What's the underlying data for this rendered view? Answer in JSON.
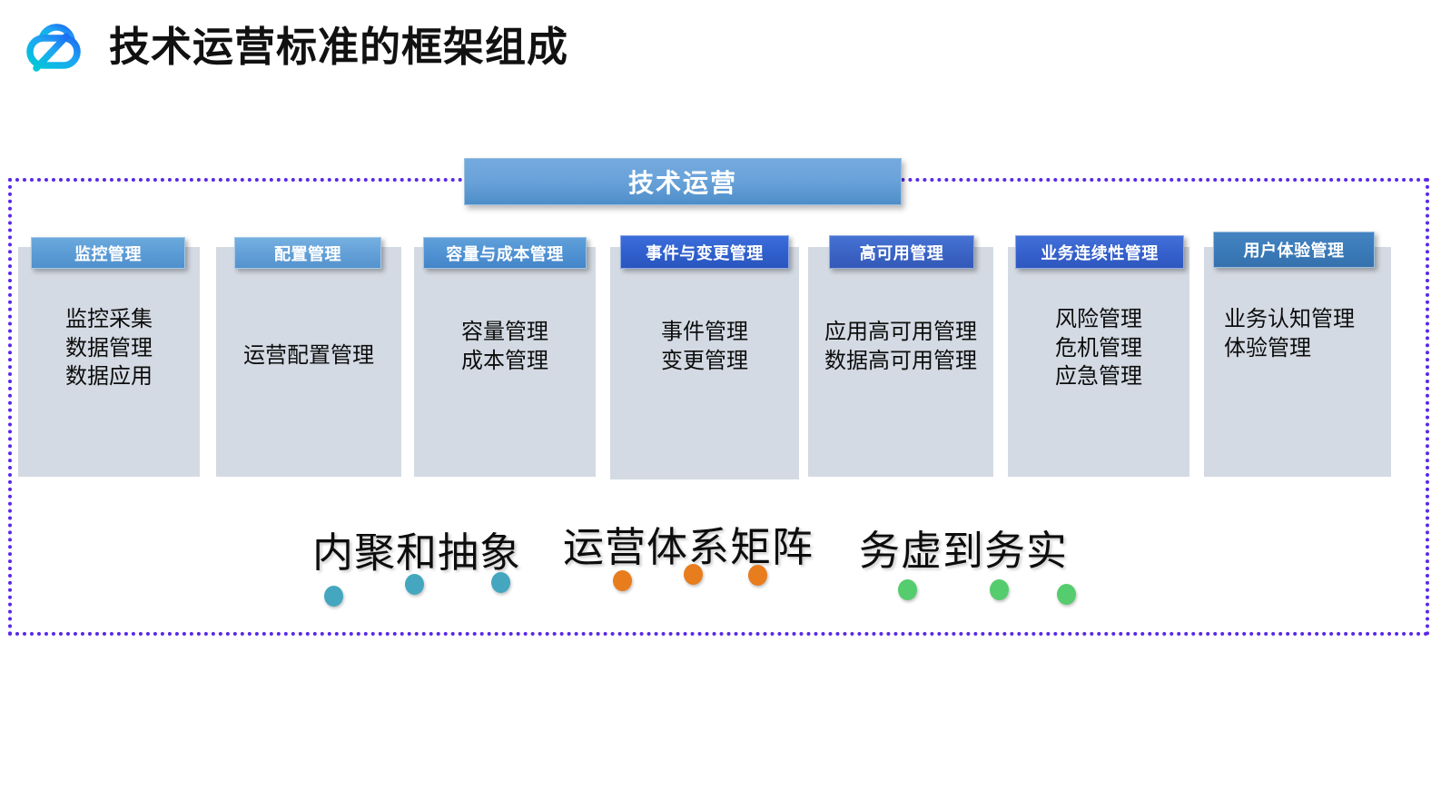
{
  "header": {
    "logo_icon": "tencent-cloud-logo-icon",
    "title": "技术运营标准的框架组成"
  },
  "frame": {
    "border_color": "#5a28e8",
    "border_style": "dotted"
  },
  "banner": {
    "label": "技术运营",
    "color": "#6aa3da"
  },
  "columns": [
    {
      "id": "monitoring",
      "header": "监控管理",
      "header_color": "#5b9bd5",
      "items": "监控采集\n数据管理\n数据应用"
    },
    {
      "id": "configuration",
      "header": "配置管理",
      "header_color": "#5b9bd5",
      "items": "运营配置管理"
    },
    {
      "id": "capacity-cost",
      "header": "容量与成本管理",
      "header_color": "#4a90d9",
      "items": "容量管理\n成本管理"
    },
    {
      "id": "incident-change",
      "header": "事件与变更管理",
      "header_color": "#2f5fcc",
      "items": "事件管理\n变更管理"
    },
    {
      "id": "high-availability",
      "header": "高可用管理",
      "header_color": "#3a63c4",
      "items": "应用高可用管理\n数据高可用管理"
    },
    {
      "id": "business-continuity",
      "header": "业务连续性管理",
      "header_color": "#3560cc",
      "items": "风险管理\n危机管理\n应急管理"
    },
    {
      "id": "user-experience",
      "header": "用户体验管理",
      "header_color": "#3a7ab8",
      "items": "业务认知管理\n体验管理"
    }
  ],
  "slogans": [
    {
      "id": "cohesion",
      "text": "内聚和抽象",
      "dot_color": "#45a7bf"
    },
    {
      "id": "matrix",
      "text": "运营体系矩阵",
      "dot_color": "#e87d1e"
    },
    {
      "id": "pragmatic",
      "text": "务虚到务实",
      "dot_color": "#55cc6e"
    }
  ]
}
